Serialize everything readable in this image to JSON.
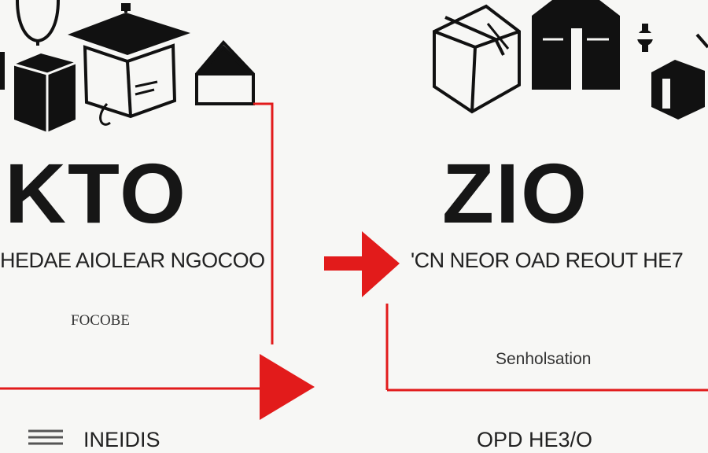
{
  "left": {
    "title": "KTO",
    "subtitle": "HEDAE AIOLEAR NGOCOO",
    "caption": "FOCOBE",
    "footer": "INEIDIS"
  },
  "right": {
    "title": "ZIO",
    "subtitle": "'CN NEOR OAD REOUT HE7",
    "caption": "Senholsation",
    "footer": "OPD HE3/O"
  },
  "colors": {
    "accent": "#e21b1b",
    "ink": "#111111",
    "background": "#f7f7f5"
  },
  "icons": [
    "lamp-icon",
    "graduation-cap-icon",
    "cube-icon",
    "house-icon",
    "box-icon",
    "building-icon",
    "gear-icon"
  ]
}
